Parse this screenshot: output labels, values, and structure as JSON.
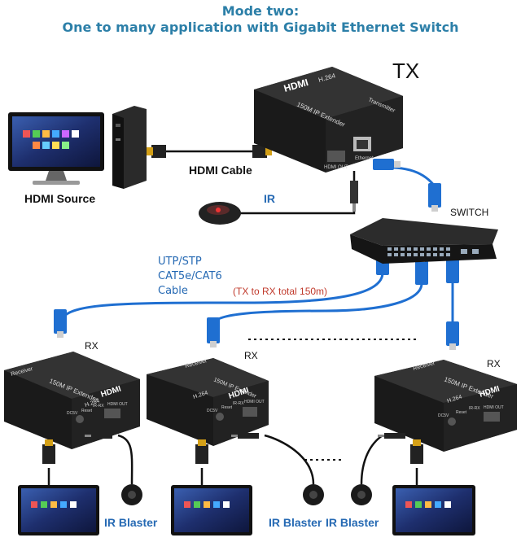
{
  "header": {
    "title": "Mode two:",
    "subtitle": "One to many application with  Gigabit Ethernet Switch"
  },
  "tx": {
    "label": "TX",
    "brand": "HDMI",
    "codec": "H.264",
    "product": "150M IP Extender",
    "role": "Transmitter",
    "port_hdmi_out": "HDMI OUT",
    "port_ethernet": "Ethernet"
  },
  "source": {
    "label": "HDMI Source"
  },
  "hdmi_cable": {
    "label": "HDMI Cable"
  },
  "ir": {
    "label": "IR"
  },
  "switch": {
    "label": "SWITCH"
  },
  "cable": {
    "line1": "UTP/STP",
    "line2": "CAT5e/CAT6",
    "line3": "Cable",
    "distance": "(TX to RX total 150m)"
  },
  "receivers": [
    {
      "label": "RX",
      "brand": "HDMI",
      "codec": "H.264",
      "product": "150M IP Extender",
      "role": "Receiver",
      "port_dc": "DC5V",
      "port_reset": "Reset",
      "port_irrx": "IR-RX",
      "port_hdmi_out": "HDMI OUT",
      "blaster": "IR Blaster"
    },
    {
      "label": "RX",
      "brand": "HDMI",
      "codec": "H.264",
      "product": "150M IP Extender",
      "role": "Receiver",
      "port_dc": "DC5V",
      "port_reset": "Reset",
      "port_irrx": "IR-RX",
      "port_hdmi_out": "HDMI OUT",
      "blaster": "IR Blaster"
    },
    {
      "label": "RX",
      "brand": "HDMI",
      "codec": "H.264",
      "product": "150M IP Extender",
      "role": "Receiver",
      "port_dc": "DC5V",
      "port_reset": "Reset",
      "port_irrx": "IR-RX",
      "port_hdmi_out": "HDMI OUT",
      "blaster": "IR Blaster"
    }
  ],
  "colors": {
    "title": "#2c7fa8",
    "cable_blue": "#1f6fd1",
    "device_black": "#1c1c1c",
    "label_blue": "#2569b3",
    "distance_red": "#c0392b"
  }
}
